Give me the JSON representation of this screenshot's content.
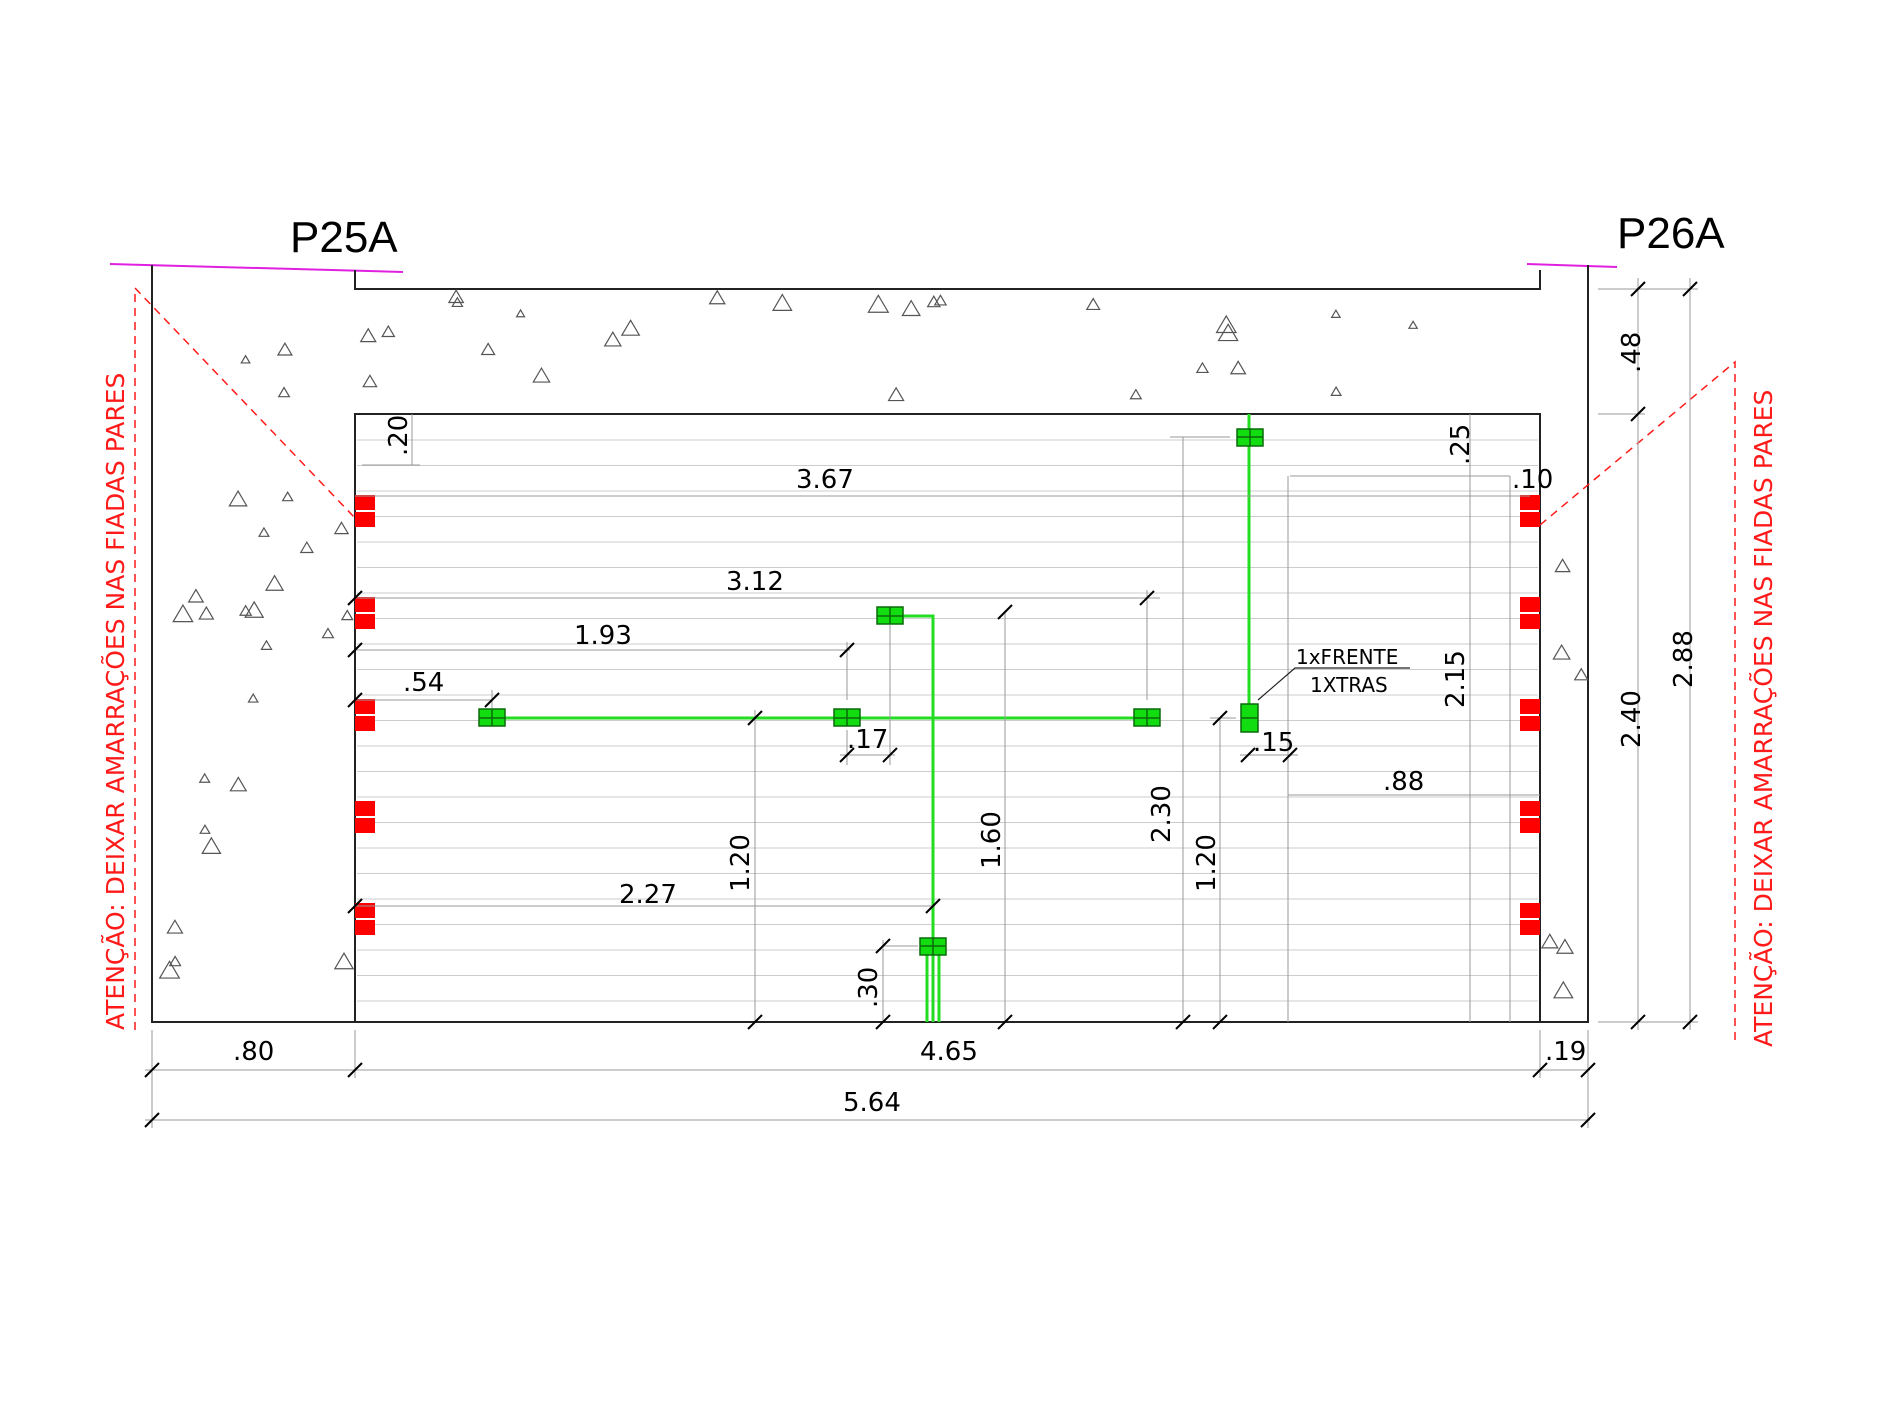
{
  "pillars": {
    "left": "P25A",
    "right": "P26A"
  },
  "notes": {
    "left": "ATENÇÃO: DEIXAR AMARRAÇÕES NAS FIADAS PARES",
    "right": "ATENÇÃO: DEIXAR AMARRAÇÕES NAS FIADAS PARES"
  },
  "callout": {
    "line1": "1xFRENTE",
    "line2": "1XTRAS"
  },
  "dimensions": {
    "bottom_left": ".80",
    "bottom_mid": "4.65",
    "bottom_right": ".19",
    "bottom_total": "5.64",
    "top_left_v": ".20",
    "right_top_v": ".48",
    "right_inner_v": ".25",
    "right_edge": ".10",
    "right_2_15": "2.15",
    "right_2_40": "2.40",
    "right_2_88": "2.88",
    "h_3_67": "3.67",
    "h_3_12": "3.12",
    "h_1_93": "1.93",
    "h_0_54": ".54",
    "h_0_17": ".17",
    "h_0_15": ".15",
    "h_0_88": ".88",
    "h_2_27": "2.27",
    "v_1_20_left": "1.20",
    "v_1_60": "1.60",
    "v_2_30": "2.30",
    "v_1_20_right": "1.20",
    "v_0_30": ".30"
  },
  "colors": {
    "conduit": "#22dd22",
    "box_fill": "#11dd11",
    "tie_marks": "#ff0000",
    "note": "#ff1a1a",
    "pillar_line": "#e020e0",
    "lines": "#222222"
  }
}
